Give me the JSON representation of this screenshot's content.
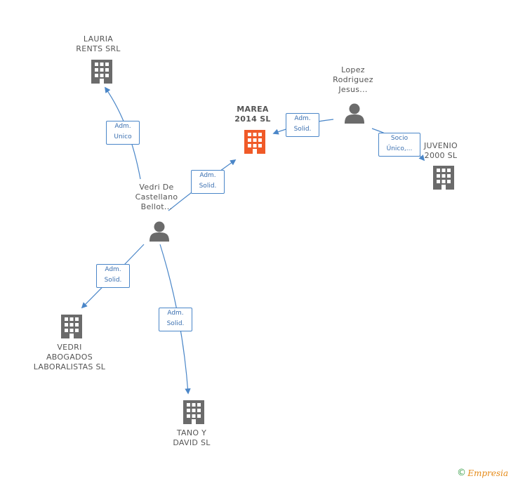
{
  "colors": {
    "edge": "#4a86c8",
    "company_icon": "#6b6b6b",
    "focus_company_icon": "#f05a28",
    "person_icon": "#6b6b6b"
  },
  "nodes": {
    "lauria": {
      "label": "LAURIA\nRENTS SRL",
      "icon": "building-icon"
    },
    "marea": {
      "label": "MAREA\n2014  SL",
      "icon": "building-icon"
    },
    "lopez": {
      "label": "Lopez\nRodriguez\nJesus...",
      "icon": "person-icon"
    },
    "juvenio": {
      "label": "JUVENIO\n2000 SL",
      "icon": "building-icon"
    },
    "vedri_person": {
      "label": "Vedri De\nCastellano\nBellot...",
      "icon": "person-icon"
    },
    "vedri_abogados": {
      "label": "VEDRI\nABOGADOS\nLABORALISTAS SL",
      "icon": "building-icon"
    },
    "tano": {
      "label": "TANO Y\nDAVID  SL",
      "icon": "building-icon"
    }
  },
  "edges": {
    "vedri_lauria": "Adm.\nUnico",
    "vedri_marea": "Adm.\nSolid.",
    "lopez_marea": "Adm.\nSolid.",
    "lopez_juvenio": "Socio\nÚnico,...",
    "vedri_abogados": "Adm.\nSolid.",
    "vedri_tano": "Adm.\nSolid."
  },
  "footer": {
    "copyright": "©",
    "brand": "Empresia"
  }
}
